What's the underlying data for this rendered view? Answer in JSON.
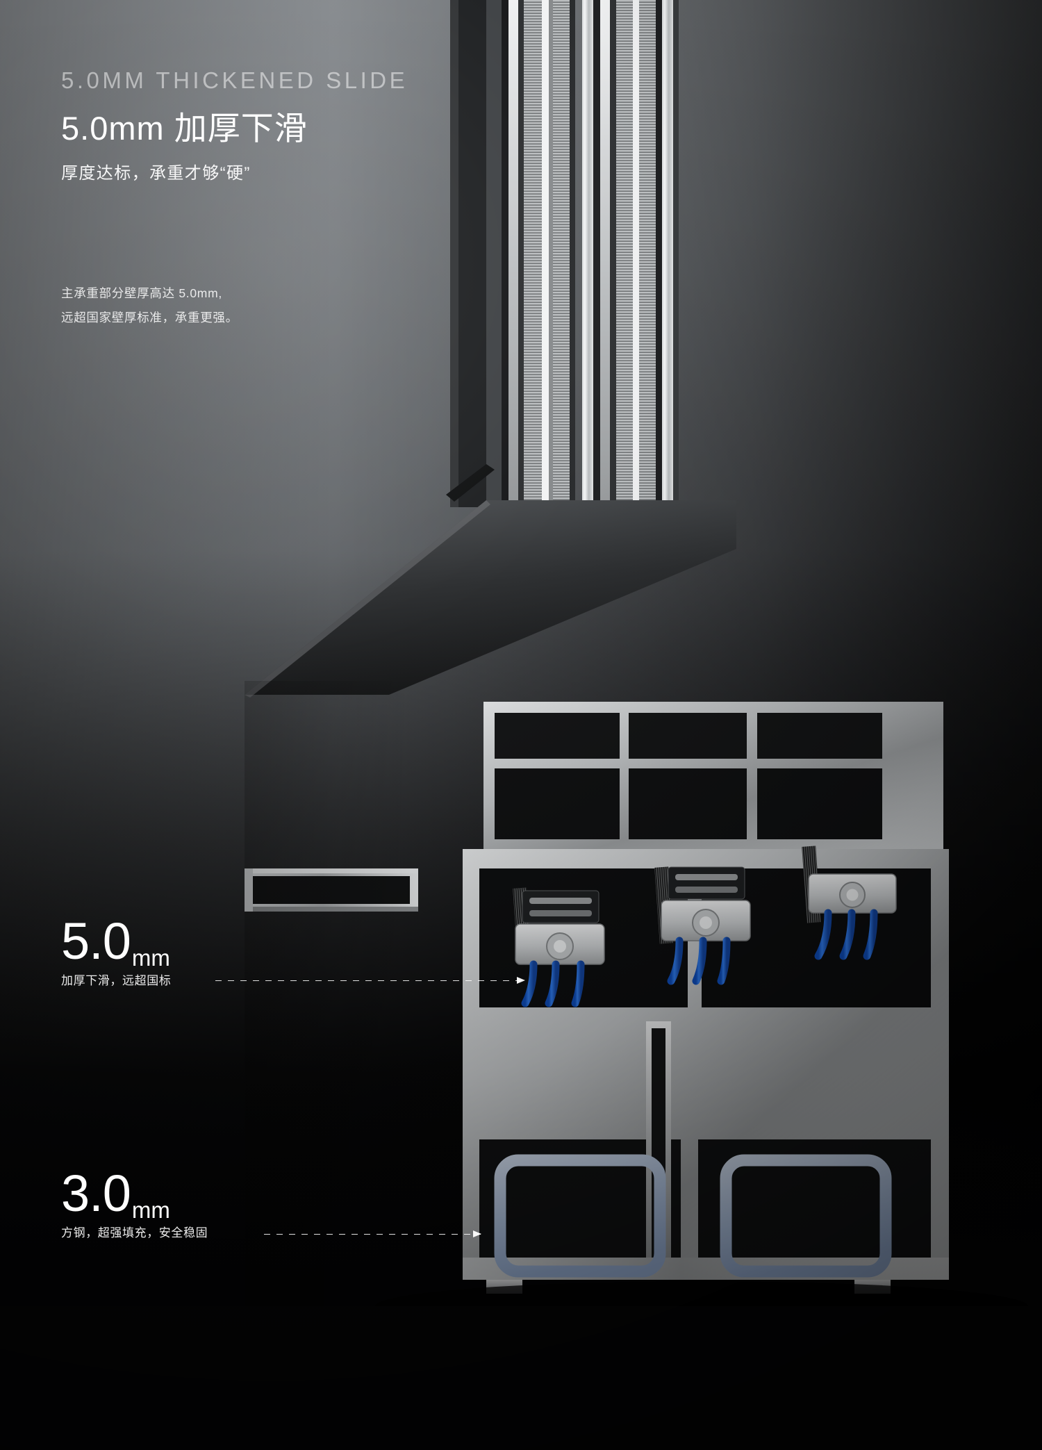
{
  "header": {
    "eyebrow": "5.0MM THICKENED SLIDE",
    "title_cn": "5.0mm 加厚下滑",
    "subtitle_cn": "厚度达标，承重才够“硬”"
  },
  "body": {
    "line1": "主承重部分壁厚高达 5.0mm,",
    "line2": "远超国家壁厚标准，承重更强。"
  },
  "callouts": [
    {
      "value": "5.0",
      "unit": "mm",
      "description": "加厚下滑，远超国标"
    },
    {
      "value": "3.0",
      "unit": "mm",
      "description": "方钢，超强填充，安全稳固"
    }
  ],
  "colors": {
    "background_top": "#8c9094",
    "background_bottom": "#070708",
    "text_primary": "#ffffff",
    "text_muted": "rgba(255,255,255,0.50)",
    "leader_line": "rgba(255,255,255,0.88)",
    "steel_blue": "#b9cbe8",
    "roller_blue": "#1f5fd0",
    "thermal_break_tan": "#c9b074",
    "aluminium_light": "#d8dadb",
    "aluminium_mid": "#9a9c9e"
  },
  "figure": {
    "caption": "aluminium sliding door sill cross-section cutaway render",
    "parts": [
      "glass panes",
      "sash profiles",
      "thermal break strips",
      "brush seals",
      "roller carriages",
      "reinforcing square steel tubes",
      "sill track"
    ]
  }
}
